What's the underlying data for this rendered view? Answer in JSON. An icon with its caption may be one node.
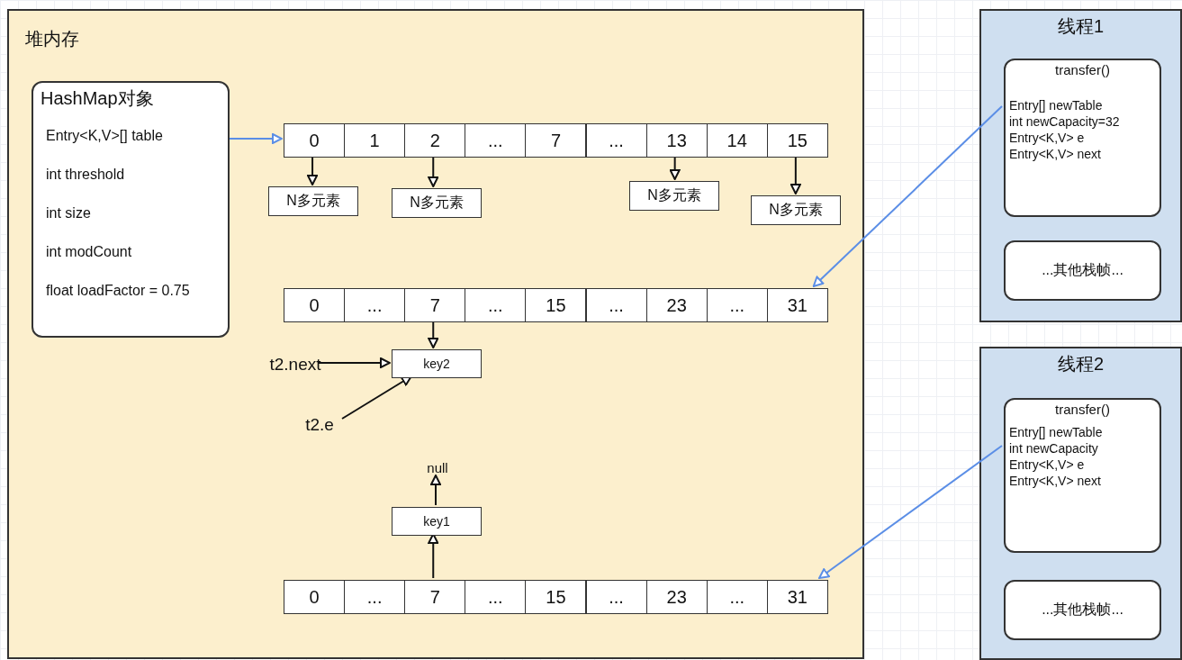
{
  "diagram": {
    "nodes": [
      {
        "text": [
          "堆内存"
        ]
      },
      {
        "text": [
          "HashMap对象",
          "Entry<K,V>[] table",
          "int threshold",
          "int size",
          "int modCount",
          "float loadFactor = 0.75"
        ],
        "in": 0
      },
      {
        "text": [
          "0"
        ],
        "in": 0
      },
      {
        "text": [
          "1"
        ],
        "in": 0
      },
      {
        "text": [
          "2"
        ],
        "in": 0
      },
      {
        "text": [
          "..."
        ],
        "in": 0
      },
      {
        "text": [
          "7"
        ],
        "in": 0
      },
      {
        "text": [
          "..."
        ],
        "in": 0
      },
      {
        "text": [
          "13"
        ],
        "in": 0
      },
      {
        "text": [
          "14"
        ],
        "in": 0
      },
      {
        "text": [
          "15"
        ],
        "in": 0
      },
      {
        "text": [
          "N多元素"
        ],
        "in": 0
      },
      {
        "text": [
          "N多元素"
        ],
        "in": 0
      },
      {
        "text": [
          "N多元素"
        ],
        "in": 0
      },
      {
        "text": [
          "N多元素"
        ],
        "in": 0
      },
      {
        "text": [
          "0"
        ],
        "in": 0
      },
      {
        "text": [
          "..."
        ],
        "in": 0
      },
      {
        "text": [
          "7"
        ],
        "in": 0
      },
      {
        "text": [
          "..."
        ],
        "in": 0
      },
      {
        "text": [
          "15"
        ],
        "in": 0
      },
      {
        "text": [
          "..."
        ],
        "in": 0
      },
      {
        "text": [
          "23"
        ],
        "in": 0
      },
      {
        "text": [
          "..."
        ],
        "in": 0
      },
      {
        "text": [
          "31"
        ],
        "in": 0
      },
      {
        "text": [
          "t2.next"
        ],
        "in": 0
      },
      {
        "text": [
          "key2"
        ],
        "in": 0
      },
      {
        "text": [
          "t2.e"
        ],
        "in": 0
      },
      {
        "text": [
          "null"
        ],
        "in": 0
      },
      {
        "text": [
          "key1"
        ],
        "in": 0
      },
      {
        "text": [
          "0"
        ],
        "in": 0
      },
      {
        "text": [
          "..."
        ],
        "in": 0
      },
      {
        "text": [
          "7"
        ],
        "in": 0
      },
      {
        "text": [
          "..."
        ],
        "in": 0
      },
      {
        "text": [
          "15"
        ],
        "in": 0
      },
      {
        "text": [
          "..."
        ],
        "in": 0
      },
      {
        "text": [
          "23"
        ],
        "in": 0
      },
      {
        "text": [
          "..."
        ],
        "in": 0
      },
      {
        "text": [
          "31"
        ],
        "in": 0
      },
      {
        "text": [
          "线程1"
        ]
      },
      {
        "text": [
          "transfer()",
          "Entry[] newTable",
          "int newCapacity=32",
          "Entry<K,V> e",
          "Entry<K,V> next"
        ],
        "in": 38
      },
      {
        "text": [
          "...其他栈帧..."
        ],
        "in": 38
      },
      {
        "text": [
          "线程2"
        ]
      },
      {
        "text": [
          "transfer()",
          "Entry[] newTable",
          "int newCapacity",
          "Entry<K,V> e",
          "Entry<K,V> next"
        ],
        "in": 41
      },
      {
        "text": [
          "...其他栈帧..."
        ],
        "in": 41
      }
    ],
    "edges": [
      {
        "from": 1,
        "to": 2,
        "arrow": "to",
        "color": "#5b8ee6"
      },
      {
        "from": 2,
        "to": 11,
        "arrow": "to"
      },
      {
        "from": 4,
        "to": 12,
        "arrow": "to"
      },
      {
        "from": 8,
        "to": 13,
        "arrow": "to"
      },
      {
        "from": 10,
        "to": 14,
        "arrow": "to"
      },
      {
        "from": 17,
        "to": 25,
        "arrow": "to"
      },
      {
        "from": 24,
        "to": 25,
        "arrow": "to"
      },
      {
        "from": 26,
        "to": 25,
        "arrow": "to"
      },
      {
        "from": 31,
        "to": 28,
        "arrow": "to"
      },
      {
        "from": 28,
        "to": 27,
        "arrow": "to"
      },
      {
        "from": 39,
        "to": 23,
        "arrow": "to",
        "color": "#5b8ee6"
      },
      {
        "from": 42,
        "to": 37,
        "arrow": "to",
        "color": "#5b8ee6"
      }
    ]
  }
}
